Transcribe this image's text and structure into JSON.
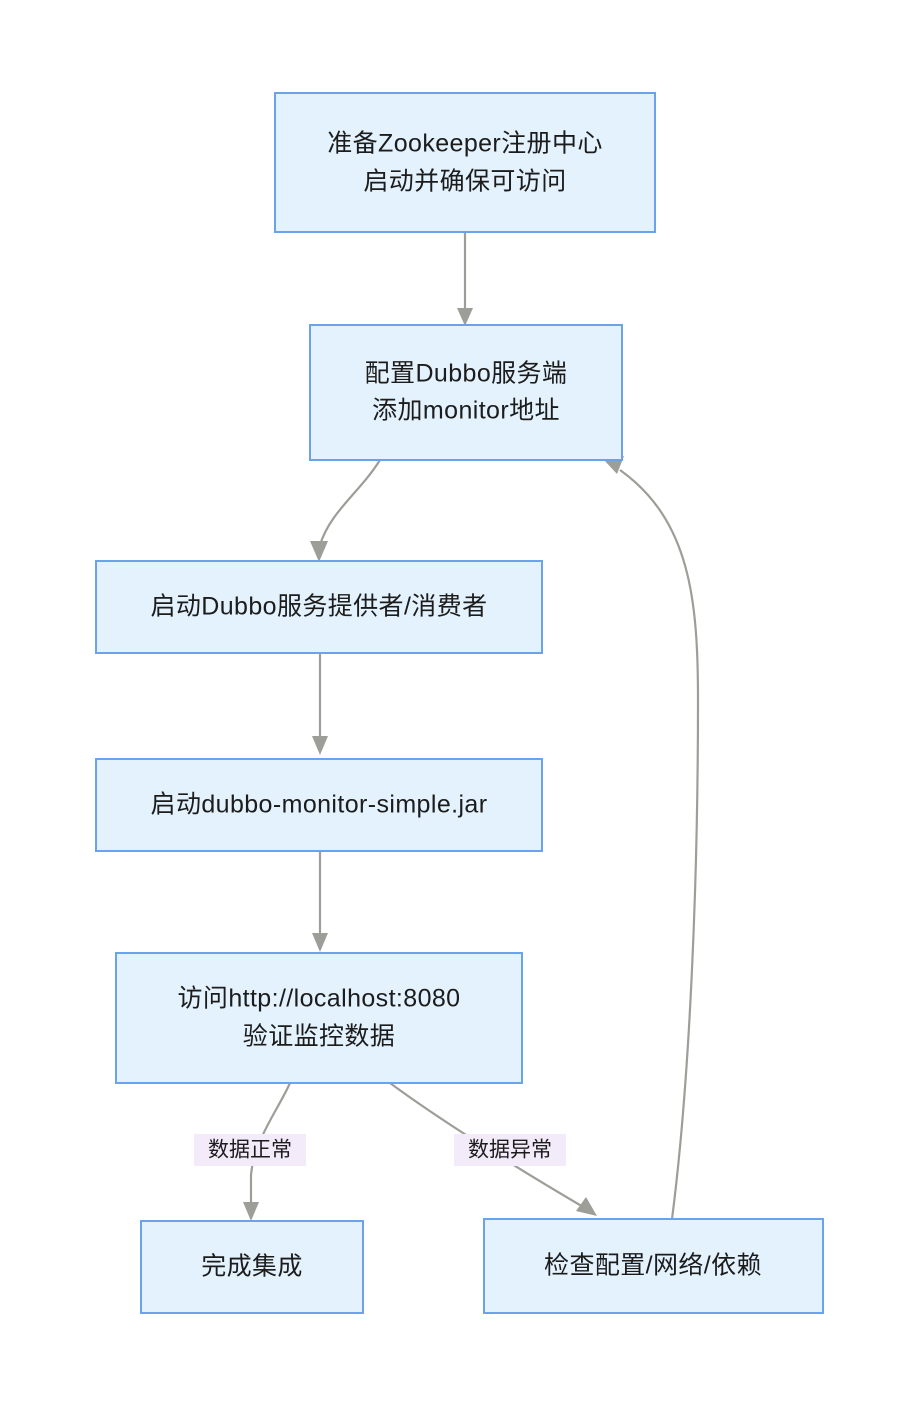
{
  "diagram": {
    "type": "flowchart",
    "direction": "top-to-bottom",
    "theme": {
      "node_fill": "#e3f2fd",
      "node_border": "#6ba2ec",
      "edge_color": "#9e9e99",
      "edge_label_bg": "#f3ebfa",
      "text_color": "#1c1c1c",
      "background": "#ffffff"
    },
    "nodes": [
      {
        "id": "n1",
        "line1": "准备Zookeeper注册中心",
        "line2": "启动并确保可访问"
      },
      {
        "id": "n2",
        "line1": "配置Dubbo服务端",
        "line2": "添加monitor地址"
      },
      {
        "id": "n3",
        "line1": "启动Dubbo服务提供者/消费者",
        "line2": ""
      },
      {
        "id": "n4",
        "line1": "启动dubbo-monitor-simple.jar",
        "line2": ""
      },
      {
        "id": "n5",
        "line1": "访问http://localhost:8080",
        "line2": "验证监控数据"
      },
      {
        "id": "n6",
        "line1": "完成集成",
        "line2": ""
      },
      {
        "id": "n7",
        "line1": "检查配置/网络/依赖",
        "line2": ""
      }
    ],
    "edges": [
      {
        "id": "e1",
        "from": "n1",
        "to": "n2",
        "label": ""
      },
      {
        "id": "e2",
        "from": "n2",
        "to": "n3",
        "label": ""
      },
      {
        "id": "e3",
        "from": "n3",
        "to": "n4",
        "label": ""
      },
      {
        "id": "e4",
        "from": "n4",
        "to": "n5",
        "label": ""
      },
      {
        "id": "e5",
        "from": "n5",
        "to": "n6",
        "label": "数据正常"
      },
      {
        "id": "e6",
        "from": "n5",
        "to": "n7",
        "label": "数据异常"
      },
      {
        "id": "e7",
        "from": "n7",
        "to": "n2",
        "label": ""
      }
    ]
  }
}
